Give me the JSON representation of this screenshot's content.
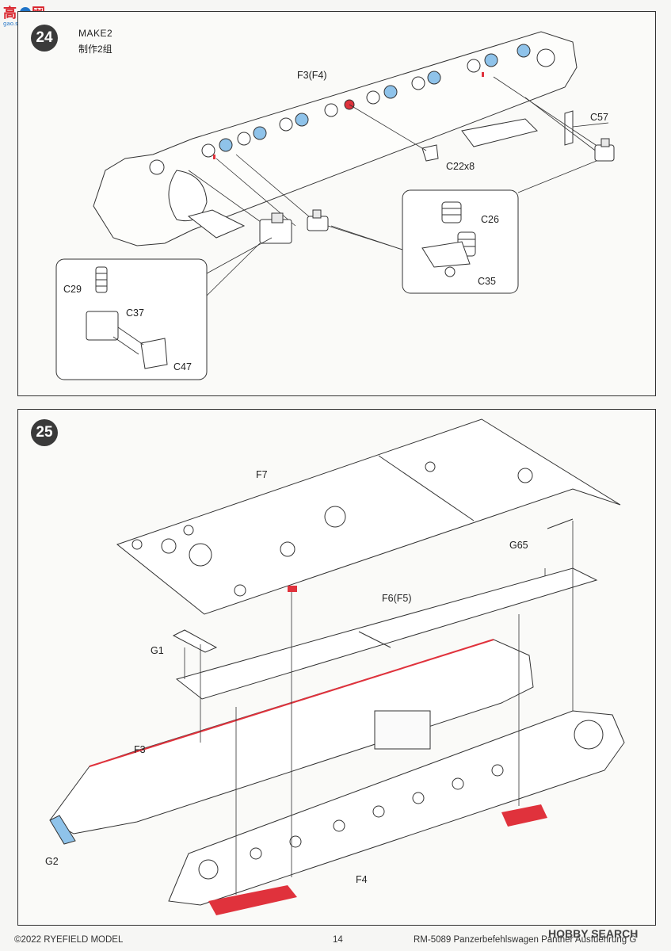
{
  "steps": [
    {
      "number": "24",
      "make_label": "MAKE2",
      "make_sub": "制作2组",
      "callouts": {
        "f3f4": "F3(F4)",
        "c57": "C57",
        "c22x8": "C22x8",
        "c26": "C26",
        "c35": "C35",
        "c29": "C29",
        "c37": "C37",
        "c47": "C47"
      }
    },
    {
      "number": "25",
      "callouts": {
        "f7": "F7",
        "g65": "G65",
        "f6f5": "F6(F5)",
        "g1": "G1",
        "f3": "F3",
        "g2": "G2",
        "f4": "F4"
      }
    }
  ],
  "footer": {
    "copyright": "©2022 RYEFIELD MODEL",
    "page_number": "14",
    "product": "RM-5089 Panzerbefehlswagen Panther  Ausfuehrung G"
  },
  "watermarks": {
    "top_left_site": "gao.shou.com",
    "bottom_right": "HOBBY SEARCH"
  },
  "colors": {
    "highlight_blue": "#8fc3ea",
    "highlight_red": "#e0323c",
    "line": "#333333"
  }
}
